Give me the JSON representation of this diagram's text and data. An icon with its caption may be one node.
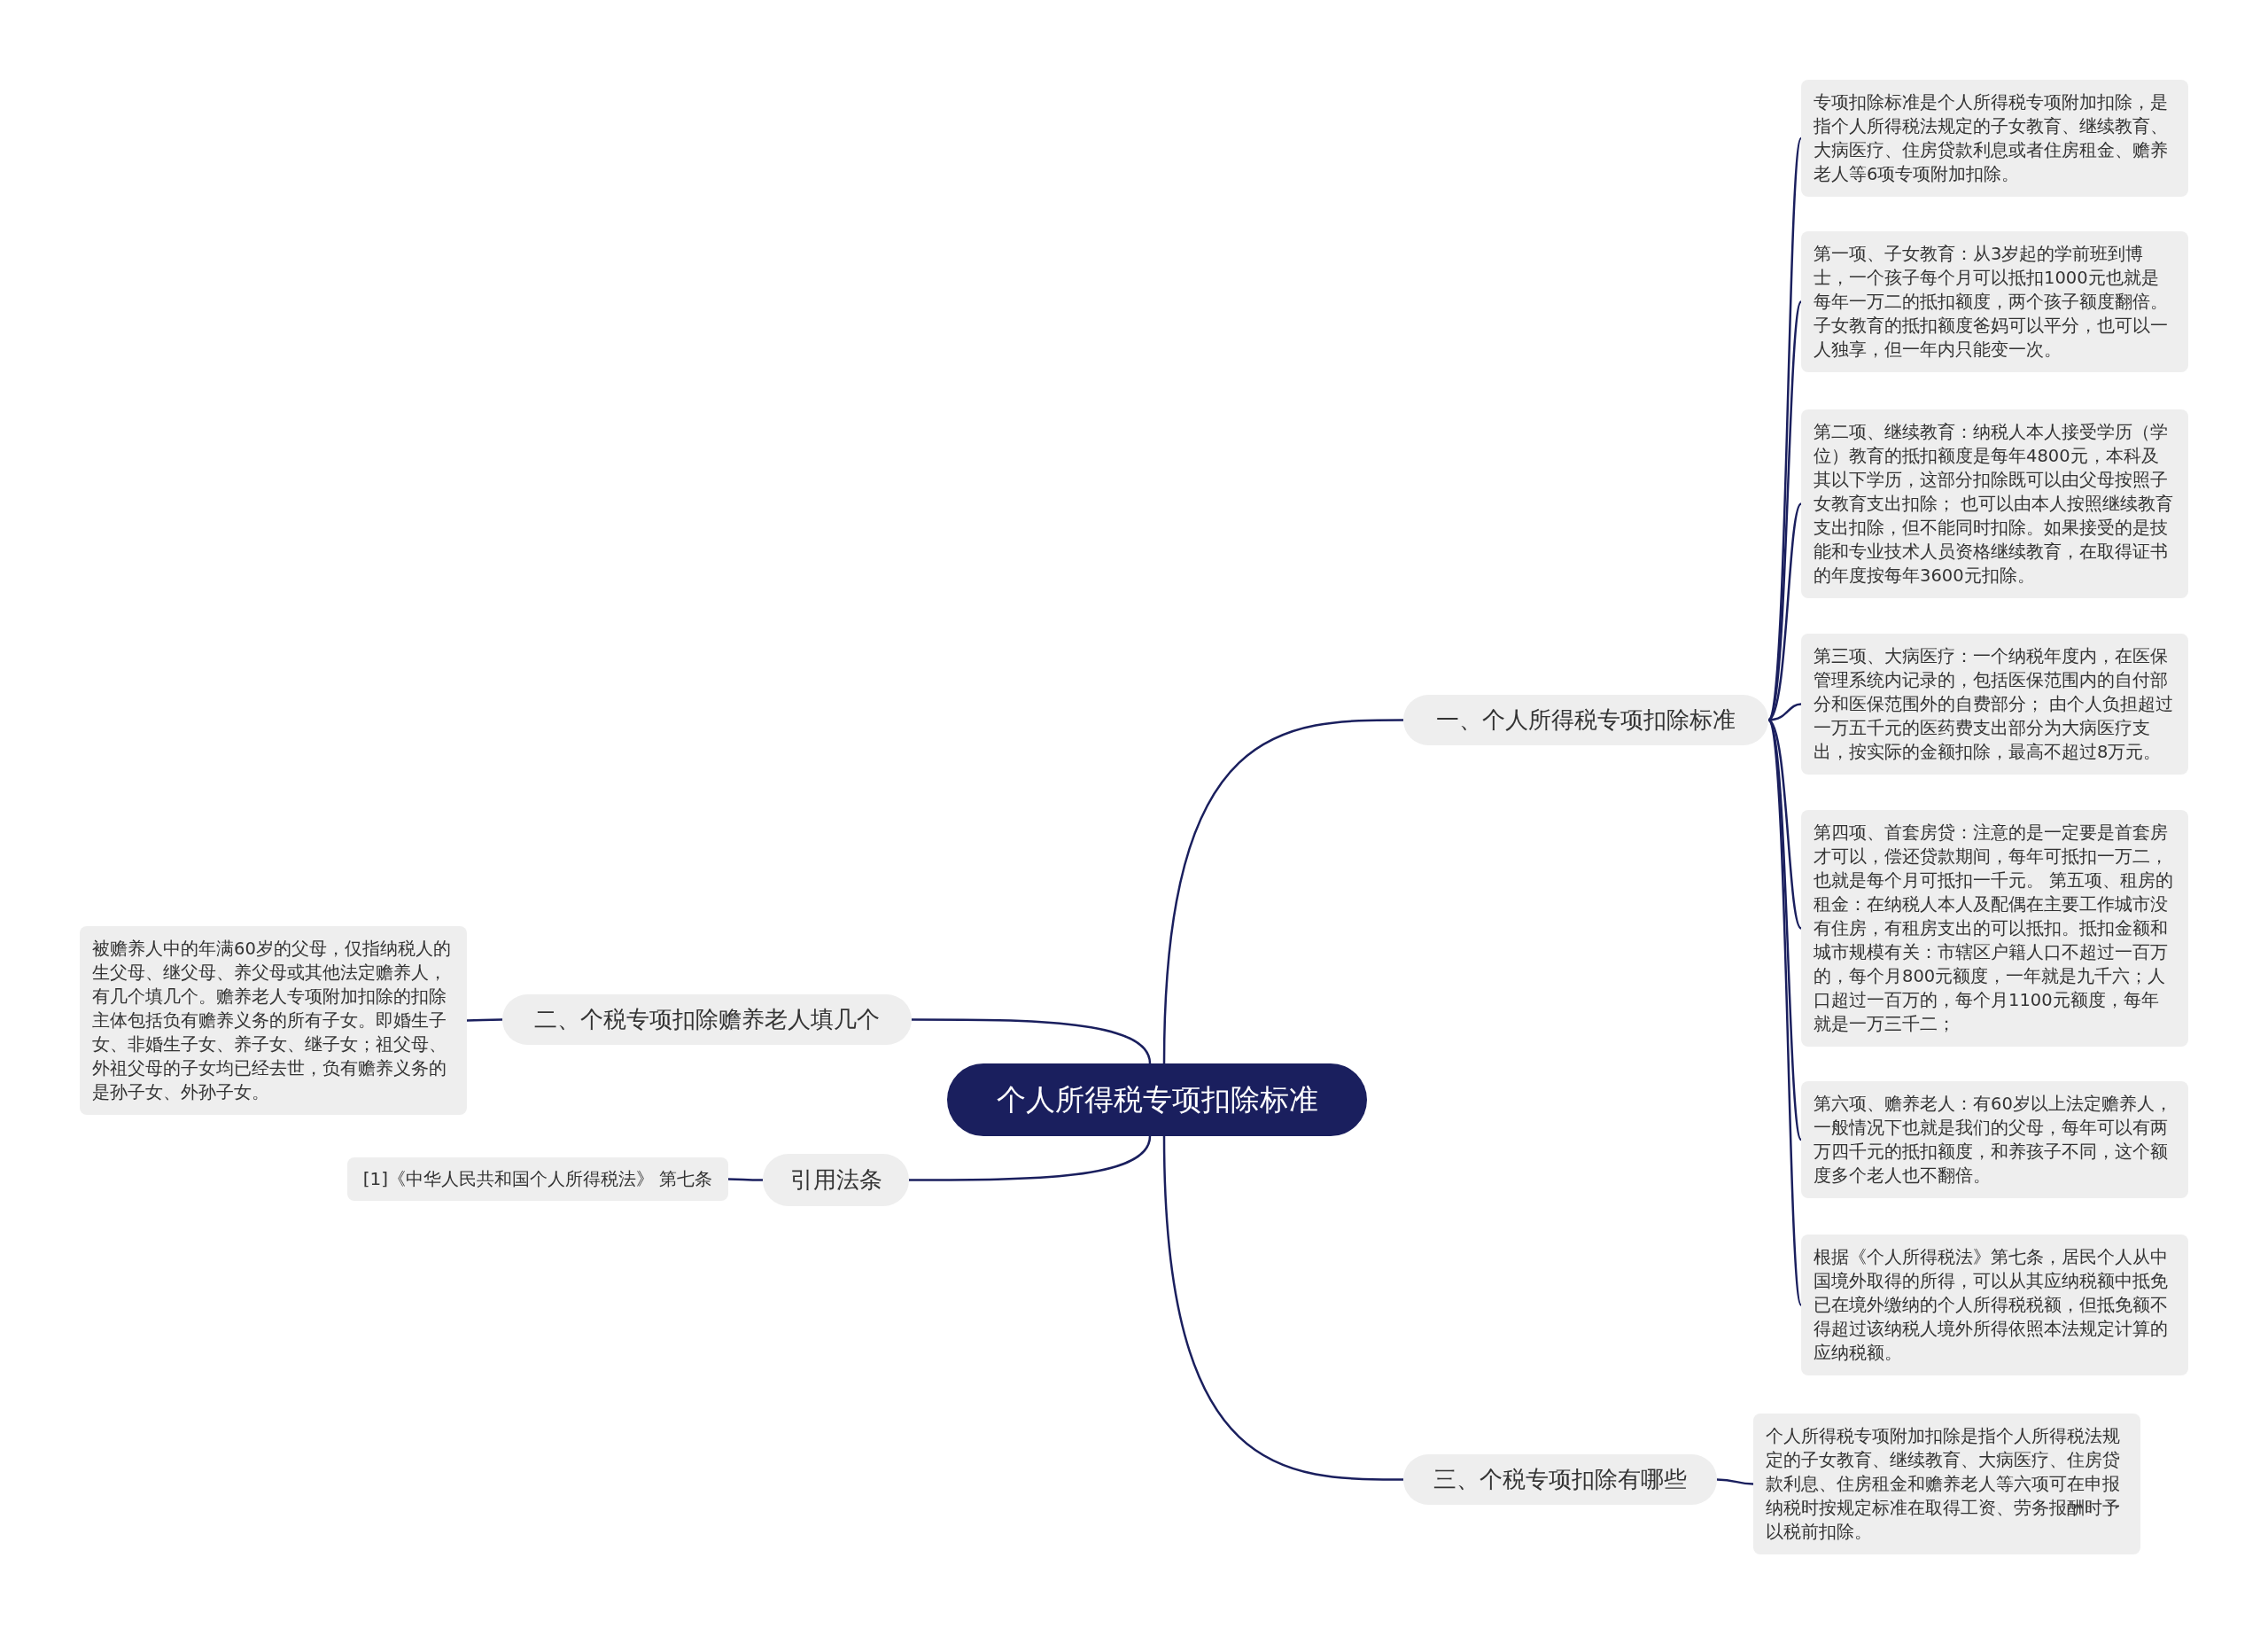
{
  "diagram": {
    "nodes": [
      {
        "text": [
          "个人所得税专项扣除标准"
        ]
      },
      {
        "text": [
          "一、个人所得税专项扣除标准"
        ]
      },
      {
        "text": [
          "专项扣除标准是个人所得税专项附加扣除，是指个人所得税法规定的子女教育、继续教育、大病医疗、住房贷款利息或者住房租金、赡养老人等6项专项附加扣除。"
        ]
      },
      {
        "text": [
          "第一项、子女教育：从3岁起的学前班到博士，一个孩子每个月可以抵扣1000元也就是每年一万二的抵扣额度，两个孩子额度翻倍。子女教育的抵扣额度爸妈可以平分，也可以一人独享，但一年内只能变一次。"
        ]
      },
      {
        "text": [
          "第二项、继续教育：纳税人本人接受学历（学位）教育的抵扣额度是每年4800元，本科及其以下学历，这部分扣除既可以由父母按照子女教育支出扣除； 也可以由本人按照继续教育支出扣除，但不能同时扣除。如果接受的是技能和专业技术人员资格继续教育，在取得证书的年度按每年3600元扣除。"
        ]
      },
      {
        "text": [
          "第三项、大病医疗：一个纳税年度内，在医保管理系统内记录的，包括医保范围内的自付部分和医保范围外的自费部分； 由个人负担超过一万五千元的医药费支出部分为大病医疗支出，按实际的金额扣除，最高不超过8万元。"
        ]
      },
      {
        "text": [
          "第四项、首套房贷：注意的是一定要是首套房才可以，偿还贷款期间，每年可抵扣一万二，也就是每个月可抵扣一千元。 第五项、租房的租金：在纳税人本人及配偶在主要工作城市没有住房，有租房支出的可以抵扣。抵扣金额和城市规模有关：市辖区户籍人口不超过一百万的，每个月800元额度，一年就是九千六；人口超过一百万的，每个月1100元额度，每年就是一万三千二；"
        ]
      },
      {
        "text": [
          "第六项、赡养老人：有60岁以上法定赡养人，一般情况下也就是我们的父母，每年可以有两万四千元的抵扣额度，和养孩子不同，这个额度多个老人也不翻倍。"
        ]
      },
      {
        "text": [
          "根据《个人所得税法》第七条，居民个人从中国境外取得的所得，可以从其应纳税额中抵免已在境外缴纳的个人所得税税额，但抵免额不得超过该纳税人境外所得依照本法规定计算的应纳税额。"
        ]
      },
      {
        "text": [
          "二、个税专项扣除赡养老人填几个"
        ]
      },
      {
        "text": [
          "被赡养人中的年满60岁的父母，仅指纳税人的生父母、继父母、养父母或其他法定赡养人，有几个填几个。赡养老人专项附加扣除的扣除主体包括负有赡养义务的所有子女。即婚生子女、非婚生子女、养子女、继子女；祖父母、外祖父母的子女均已经去世，负有赡养义务的是孙子女、外孙子女。"
        ]
      },
      {
        "text": [
          "引用法条"
        ]
      },
      {
        "text": [
          "[1]《中华人民共和国个人所得税法》 第七条"
        ]
      },
      {
        "text": [
          "三、个税专项扣除有哪些"
        ]
      },
      {
        "text": [
          "个人所得税专项附加扣除是指个人所得税法规定的子女教育、继续教育、大病医疗、住房贷款利息、住房租金和赡养老人等六项可在申报纳税时按规定标准在取得工资、劳务报酬时予以税前扣除。"
        ]
      }
    ],
    "edges": [
      {
        "from": 0,
        "to": 1,
        "arrow": "none"
      },
      {
        "from": 1,
        "to": 2,
        "arrow": "none"
      },
      {
        "from": 1,
        "to": 3,
        "arrow": "none"
      },
      {
        "from": 1,
        "to": 4,
        "arrow": "none"
      },
      {
        "from": 1,
        "to": 5,
        "arrow": "none"
      },
      {
        "from": 1,
        "to": 6,
        "arrow": "none"
      },
      {
        "from": 1,
        "to": 7,
        "arrow": "none"
      },
      {
        "from": 1,
        "to": 8,
        "arrow": "none"
      },
      {
        "from": 0,
        "to": 9,
        "arrow": "none"
      },
      {
        "from": 9,
        "to": 10,
        "arrow": "none"
      },
      {
        "from": 0,
        "to": 11,
        "arrow": "none"
      },
      {
        "from": 11,
        "to": 12,
        "arrow": "none"
      },
      {
        "from": 0,
        "to": 13,
        "arrow": "none"
      },
      {
        "from": 13,
        "to": 14,
        "arrow": "none"
      }
    ]
  }
}
